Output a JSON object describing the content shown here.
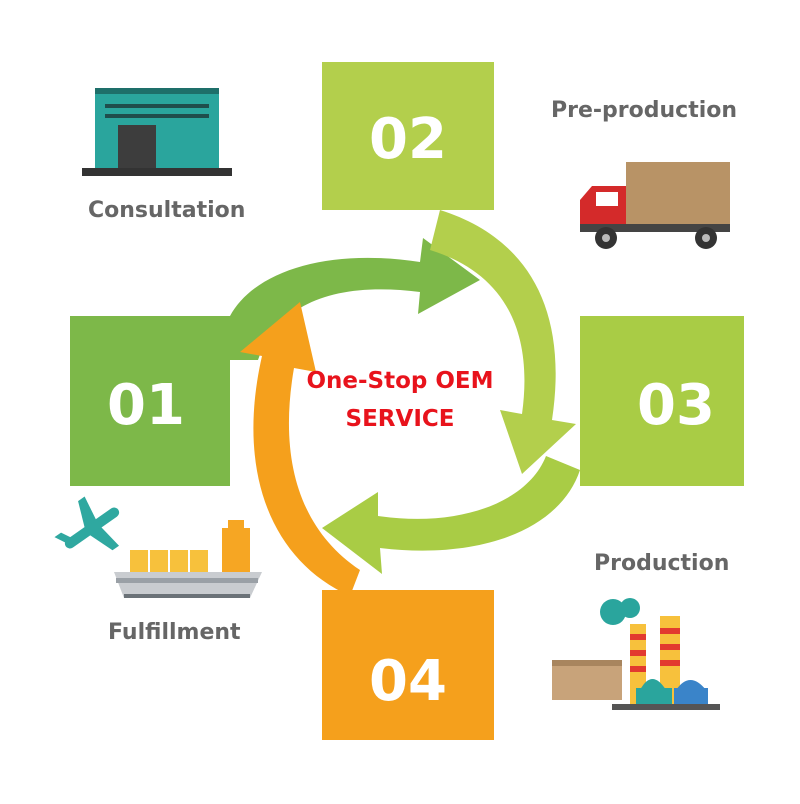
{
  "center": {
    "line1": "One-Stop OEM",
    "line2": "SERVICE"
  },
  "steps": [
    {
      "number": "01",
      "label": "Consultation",
      "color": "#7db849"
    },
    {
      "number": "02",
      "label": "Pre-production",
      "color": "#b3cf4c"
    },
    {
      "number": "03",
      "label": "Production",
      "color": "#a9cc45"
    },
    {
      "number": "04",
      "label": "Fulfillment",
      "color": "#f5a01c"
    }
  ],
  "colors": {
    "title_red": "#e8131c",
    "caption_gray": "#666666"
  },
  "icons": [
    "warehouse-icon",
    "delivery-truck-icon",
    "factory-icon",
    "airplane-icon",
    "cargo-ship-icon"
  ]
}
